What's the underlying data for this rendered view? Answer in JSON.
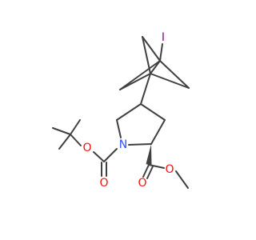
{
  "molecule": {
    "atoms": {
      "iodine": "I",
      "nitrogen": "N",
      "carbamate_carbonyl_oxygen": "O",
      "carbamate_ether_oxygen": "O",
      "ester_carbonyl_oxygen": "O",
      "ester_ether_oxygen": "O"
    }
  },
  "colors": {
    "bond": "#404040",
    "iodine": "#940094",
    "nitrogen": "#3050f8",
    "oxygen": "#ff0d0d",
    "background": "#ffffff"
  }
}
